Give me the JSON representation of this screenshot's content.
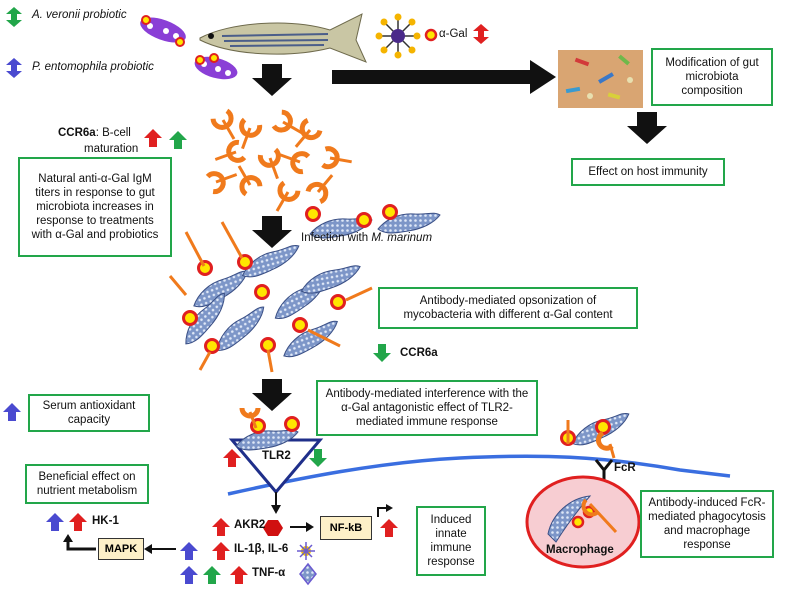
{
  "probiotics": {
    "a_veronii": "A. veronii probiotic",
    "p_entomophila": "P. entomophila probiotic"
  },
  "alpha_gal_label": "α-Gal",
  "ccr6a_title": "CCR6a",
  "ccr6a_b_cell": ": B-cell",
  "ccr6a_maturation": "maturation",
  "boxes": {
    "modification": "Modification of gut microbiota composition",
    "host_immunity": "Effect on host immunity",
    "natural_igm": "Natural anti-α-Gal IgM titers in response to gut microbiota increases in response to treatments with α-Gal and probiotics",
    "opsonization": "Antibody-mediated opsonization of mycobacteria with different α-Gal content",
    "interference": "Antibody-mediated interference with the α-Gal antagonistic effect of TLR2-mediated immune response",
    "serum": "Serum antioxidant capacity",
    "nutrient": "Beneficial effect on nutrient metabolism",
    "innate": "Induced innate immune response",
    "fcr_response": "Antibody-induced FcR-mediated phagocytosis and macrophage response"
  },
  "infection_prefix": "Infection with ",
  "infection_species": "M. marinum",
  "ccr6a_down": "CCR6a",
  "tlr2": "TLR2",
  "fcr": "FcR",
  "macrophage": "Macrophage",
  "hk1": "HK-1",
  "mapk": "MAPK",
  "akr2": "AKR2",
  "il": "IL-1β, IL-6",
  "tnf": "TNF-α",
  "nfkb": "NF-kB",
  "colors": {
    "up_red": "#e02020",
    "up_green": "#22a64a",
    "up_blue": "#4a4ad0",
    "box_green": "#22a64a",
    "antibody_orange": "#f07a1c",
    "membrane_blue": "#3a6ee0"
  }
}
